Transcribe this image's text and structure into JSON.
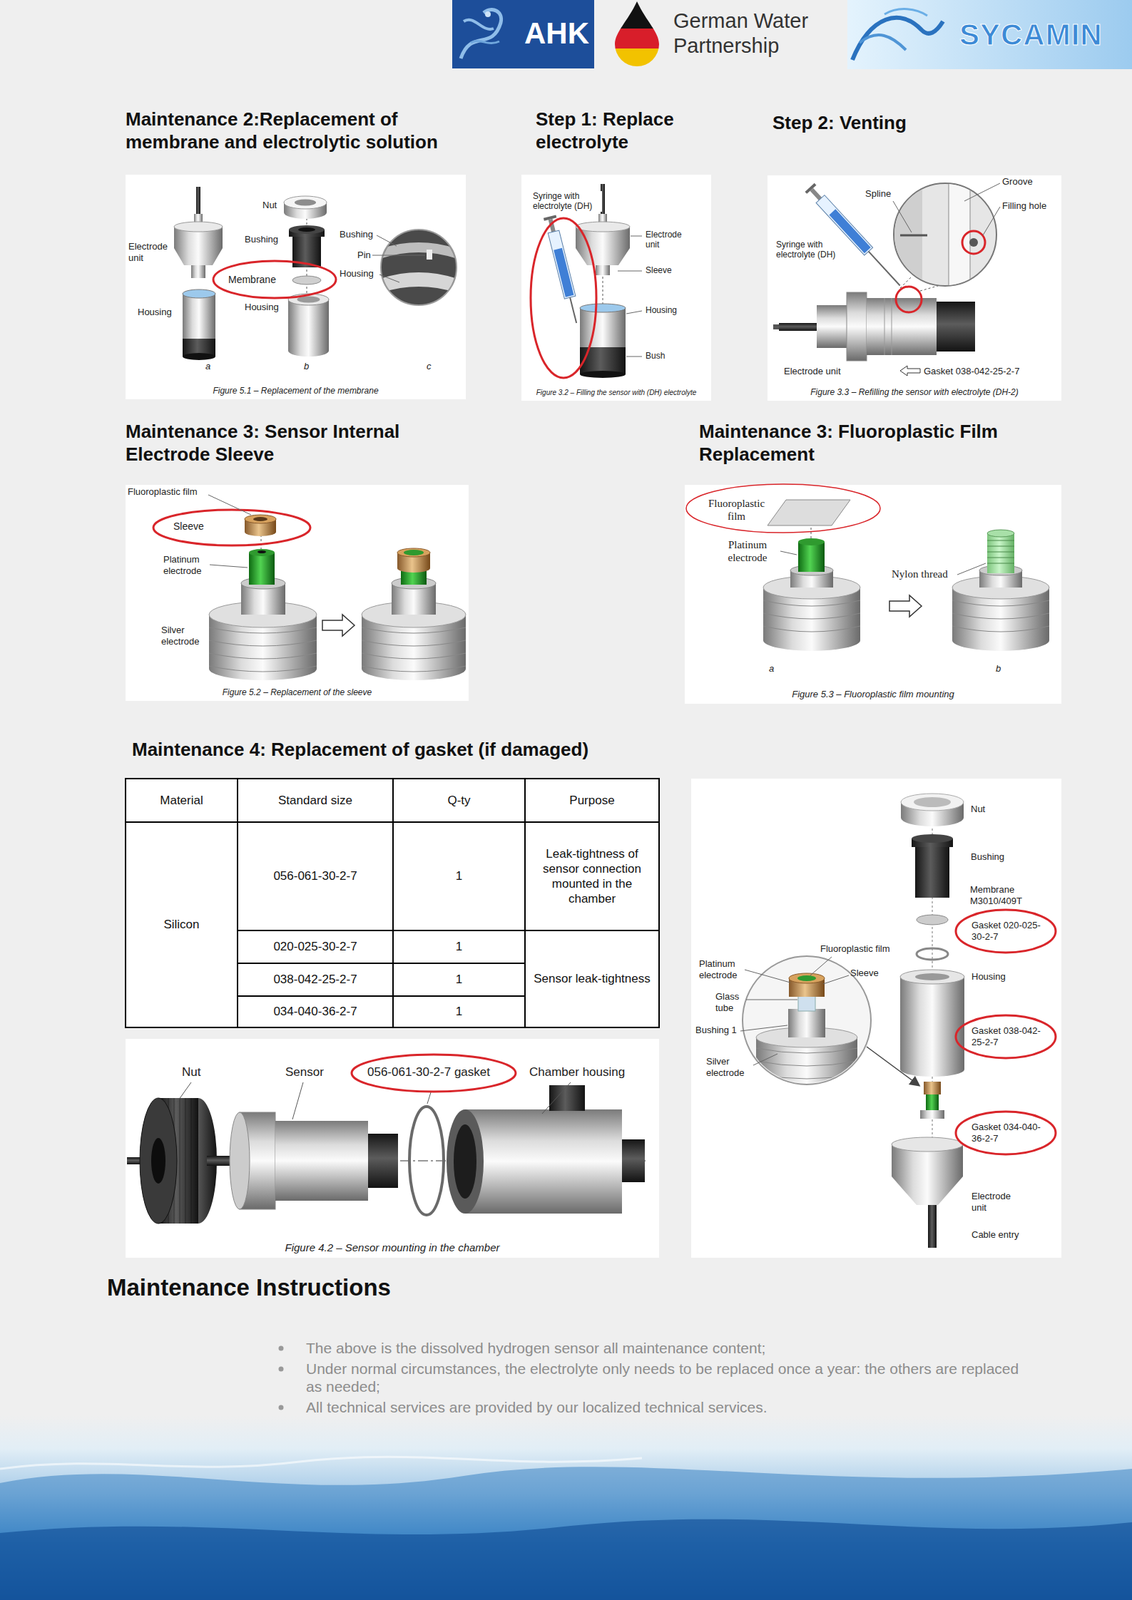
{
  "diagram": {
    "nodes": [
      {
        "text": [
          "Maintenance 2:Replacement of membrane and electrolytic solution",
          "Figure 5.1 – Replacement of the membrane"
        ]
      },
      {
        "text": [
          "Step 1: Replace electrolyte",
          "Figure 3.2 – Filling the sensor with (DH) electrolyte"
        ]
      },
      {
        "text": [
          "Step 2: Venting",
          "Figure 3.3 – Refilling the sensor with electrolyte (DH-2)"
        ]
      },
      {
        "text": [
          "Maintenance 3: Sensor Internal Electrode Sleeve",
          "Figure 5.2 – Replacement of the sleeve"
        ]
      },
      {
        "text": [
          "Maintenance 3: Fluoroplastic Film Replacement",
          "Figure 5.3 – Fluoroplastic film mounting"
        ]
      },
      {
        "text": [
          "Maintenance 4: Replacement of gasket (if damaged)"
        ]
      },
      {
        "text": [
          "Figure 4.2 – Sensor mounting in the chamber"
        ]
      }
    ],
    "labels": [
      "AHK",
      "German Water Partnership",
      "SYCAMIN",
      "Nut",
      "Bushing",
      "Electrode unit",
      "Membrane",
      "Housing",
      "Housing",
      "Bushing",
      "Pin",
      "Housing",
      "a",
      "b",
      "c",
      "Syringe with electrolyte (DH)",
      "Electrode unit",
      "Sleeve",
      "Housing",
      "Bush",
      "Spline",
      "Groove",
      "Filling hole",
      "Syringe with electrolyte (DH)",
      "Electrode unit",
      "Gasket 038-042-25-2-7",
      "Fluoroplastic film",
      "Sleeve",
      "Platinum electrode",
      "Silver electrode",
      "Fluoroplastic film",
      "Platinum electrode",
      "Nylon thread",
      "a",
      "b",
      "Material",
      "Standard size",
      "Q-ty",
      "Purpose",
      "Silicon",
      "056-061-30-2-7",
      "1",
      "Leak-tightness of sensor connection mounted in the chamber",
      "020-025-30-2-7",
      "1",
      "Sensor leak-tightness",
      "038-042-25-2-7",
      "1",
      "034-040-36-2-7",
      "1",
      "Nut",
      "Sensor",
      "056-061-30-2-7 gasket",
      "Chamber housing",
      "Nut",
      "Bushing",
      "Membrane M3010/409T",
      "Gasket 020-025-30-2-7",
      "Fluoroplastic film",
      "Platinum electrode",
      "Sleeve",
      "Housing",
      "Glass tube",
      "Bushing 1",
      "Gasket 038-042-25-2-7",
      "Silver electrode",
      "Gasket 034-040-36-2-7",
      "Electrode unit",
      "Cable entry",
      "Maintenance Instructions",
      "The above is the dissolved hydrogen sensor all maintenance content;",
      "Under normal circumstances, the electrolyte only needs to be replaced once a year: the others are replaced as needed;",
      "All technical services are provided by our localized technical services."
    ]
  }
}
